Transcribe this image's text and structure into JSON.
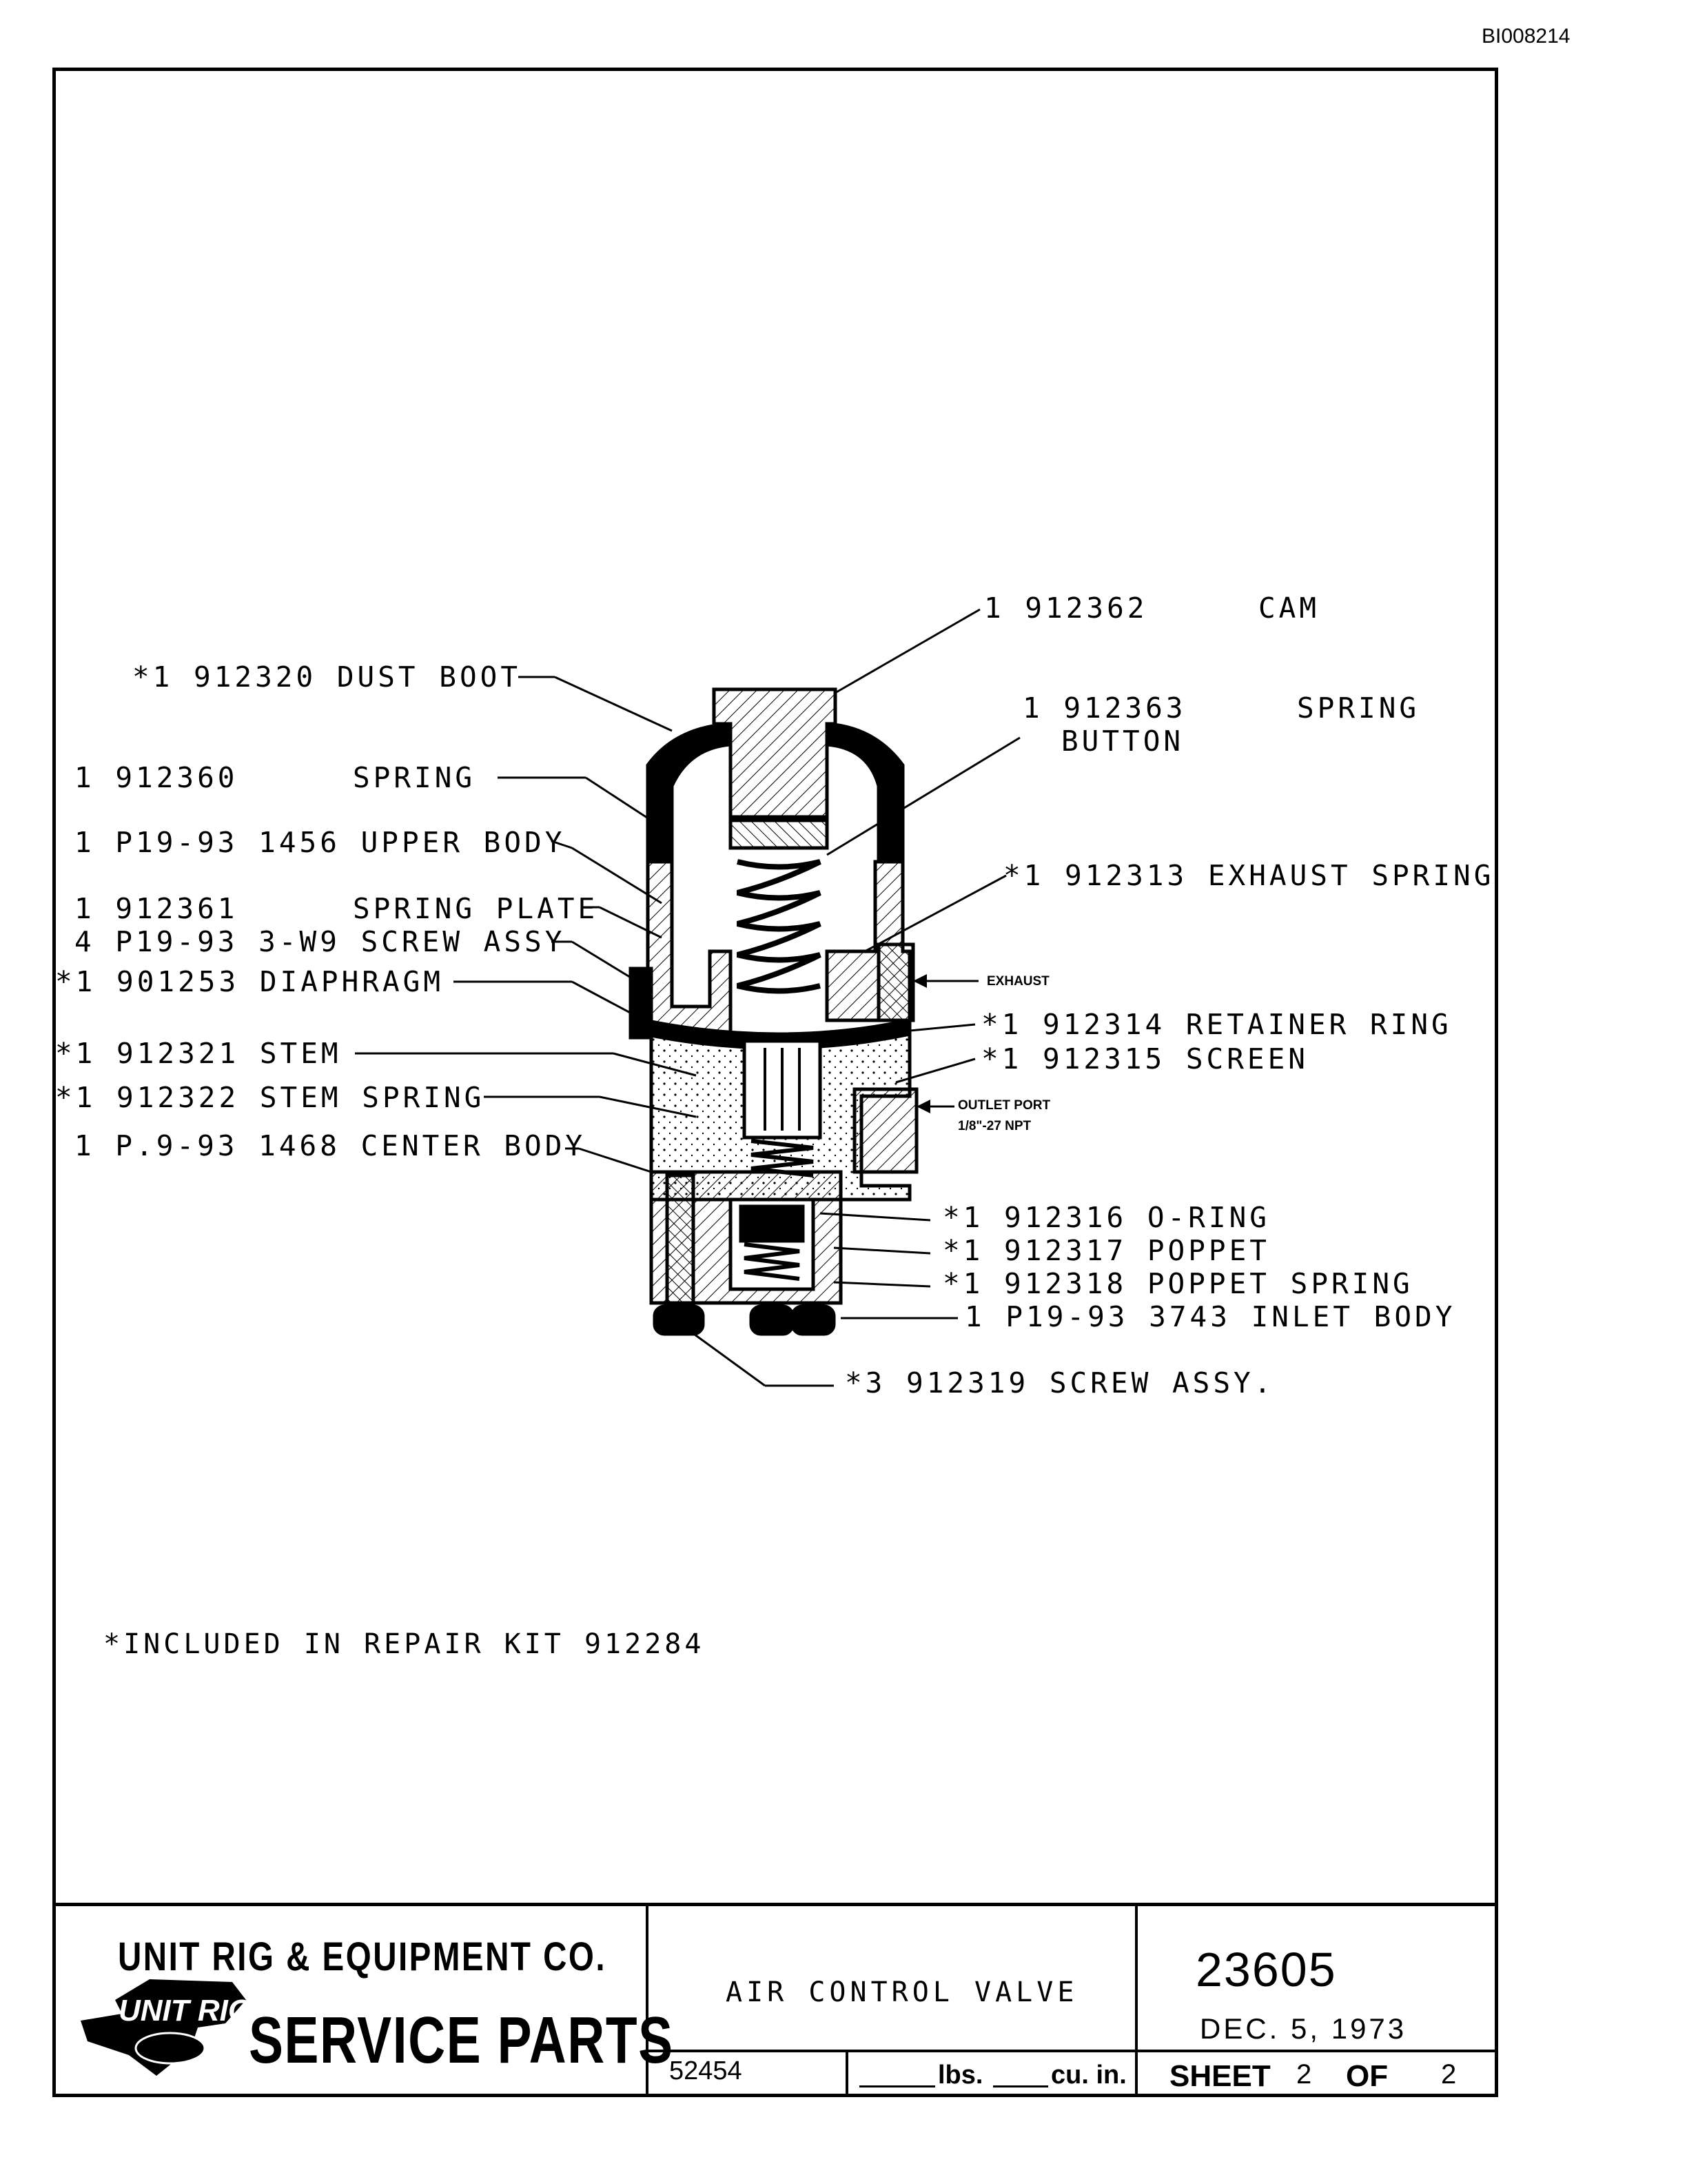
{
  "doc_id": "BI008214",
  "labels": {
    "cam_qty_part": "1 912362",
    "cam_name": "CAM",
    "dust_boot": "*1 912320 DUST BOOT",
    "spring_button_qty_part": "1 912363",
    "spring_button_name1": "SPRING",
    "spring_button_name2": "BUTTON",
    "spring_qty_part": "1 912360",
    "spring_name": "SPRING",
    "upper_body": "1 P19-93 1456 UPPER BODY",
    "exhaust_spring": "*1 912313 EXHAUST SPRING",
    "spring_plate_qty_part": "1 912361",
    "spring_plate_name": "SPRING PLATE",
    "screw_assy": "4 P19-93 3-W9 SCREW ASSY",
    "diaphragm": "*1 901253 DIAPHRAGM",
    "exhaust_port": "EXHAUST",
    "retainer_ring": "*1 912314 RETAINER RING",
    "stem": "*1 912321 STEM",
    "screen": "*1 912315 SCREEN",
    "stem_spring": "*1 912322 STEM SPRING",
    "outlet_port_1": "OUTLET PORT",
    "outlet_port_2": "1/8\"-27 NPT",
    "center_body": "1 P.9-93 1468 CENTER BODY",
    "o_ring": "*1 912316 O-RING",
    "poppet": "*1 912317 POPPET",
    "poppet_spring": "*1 912318 POPPET SPRING",
    "inlet_body": "1 P19-93 3743 INLET BODY",
    "screw_assy_bottom": "*3 912319 SCREW ASSY."
  },
  "footnote": "*INCLUDED IN REPAIR KIT 912284",
  "title_block": {
    "company": "UNIT RIG & EQUIPMENT CO.",
    "logo_text": "UNIT RIG",
    "service_parts": "SERVICE PARTS",
    "title": "AIR CONTROL VALVE",
    "drawing_number": "23605",
    "date": "DEC. 5, 1973",
    "part_no": "52454",
    "weight_unit": "lbs.",
    "volume_unit": "cu. in.",
    "sheet_label": "SHEET",
    "sheet_num": "2",
    "sheet_of": "OF",
    "sheet_total": "2"
  }
}
